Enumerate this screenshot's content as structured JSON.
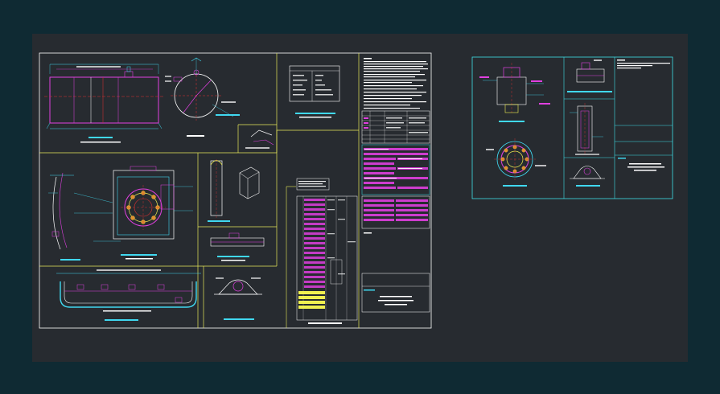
{
  "colors": {
    "outer_bg": "#0f2a33",
    "model_space_bg": "#272b30",
    "sheet_border": "#ffffff",
    "frame_yellow": "#e8e85a",
    "frame_cyan": "#3fe0e8",
    "geometry_magenta": "#e040e0",
    "dimension_cyan": "#40d8f0",
    "note_white": "#ffffff",
    "centerline_red": "#e03030",
    "highlight_yellow": "#f0f050"
  },
  "icons": {
    "tank_plan": "tank-plan-icon",
    "manhole_circle": "manhole-circle-icon",
    "flange_detail": "flange-detail-icon",
    "saddle_support": "saddle-support-icon"
  },
  "sheets": [
    {
      "name": "main-sheet",
      "panels": 14
    },
    {
      "name": "detail-sheet",
      "panels": 7
    }
  ]
}
